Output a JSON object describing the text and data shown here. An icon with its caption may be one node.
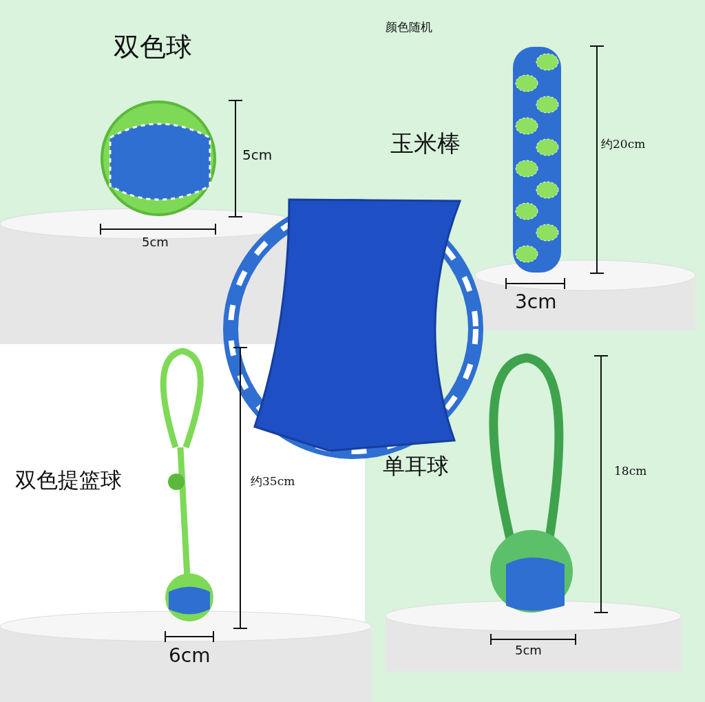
{
  "diagram": {
    "labels": [
      "颜色随机",
      "双色球",
      "5cm",
      "5cm",
      "玉米棒",
      "约20cm",
      "3cm",
      "双色提篮球",
      "约35cm",
      "6cm",
      "单耳球",
      "18cm",
      "5cm"
    ]
  }
}
